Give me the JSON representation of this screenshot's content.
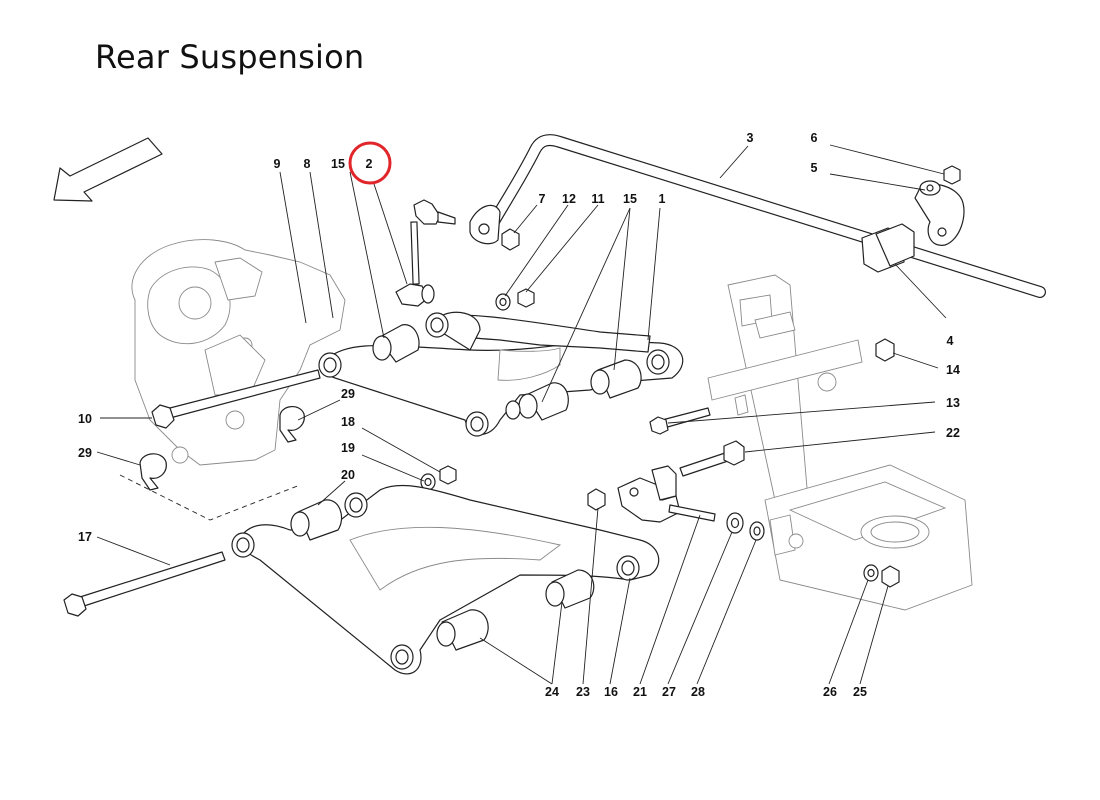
{
  "title": "Rear Suspension",
  "highlight_color": "#e0262a",
  "parts": [
    {
      "id": "p9",
      "label": "9"
    },
    {
      "id": "p8",
      "label": "8"
    },
    {
      "id": "p15a",
      "label": "15"
    },
    {
      "id": "p2",
      "label": "2",
      "highlighted": true
    },
    {
      "id": "p3",
      "label": "3"
    },
    {
      "id": "p6",
      "label": "6"
    },
    {
      "id": "p5",
      "label": "5"
    },
    {
      "id": "p7",
      "label": "7"
    },
    {
      "id": "p12",
      "label": "12"
    },
    {
      "id": "p11",
      "label": "11"
    },
    {
      "id": "p15b",
      "label": "15"
    },
    {
      "id": "p1",
      "label": "1"
    },
    {
      "id": "p4",
      "label": "4"
    },
    {
      "id": "p14",
      "label": "14"
    },
    {
      "id": "p13",
      "label": "13"
    },
    {
      "id": "p22",
      "label": "22"
    },
    {
      "id": "p10",
      "label": "10"
    },
    {
      "id": "p29a",
      "label": "29"
    },
    {
      "id": "p29b",
      "label": "29"
    },
    {
      "id": "p18",
      "label": "18"
    },
    {
      "id": "p19",
      "label": "19"
    },
    {
      "id": "p20",
      "label": "20"
    },
    {
      "id": "p17",
      "label": "17"
    },
    {
      "id": "p24",
      "label": "24"
    },
    {
      "id": "p23",
      "label": "23"
    },
    {
      "id": "p16",
      "label": "16"
    },
    {
      "id": "p21",
      "label": "21"
    },
    {
      "id": "p27",
      "label": "27"
    },
    {
      "id": "p28",
      "label": "28"
    },
    {
      "id": "p26",
      "label": "26"
    },
    {
      "id": "p25",
      "label": "25"
    }
  ]
}
